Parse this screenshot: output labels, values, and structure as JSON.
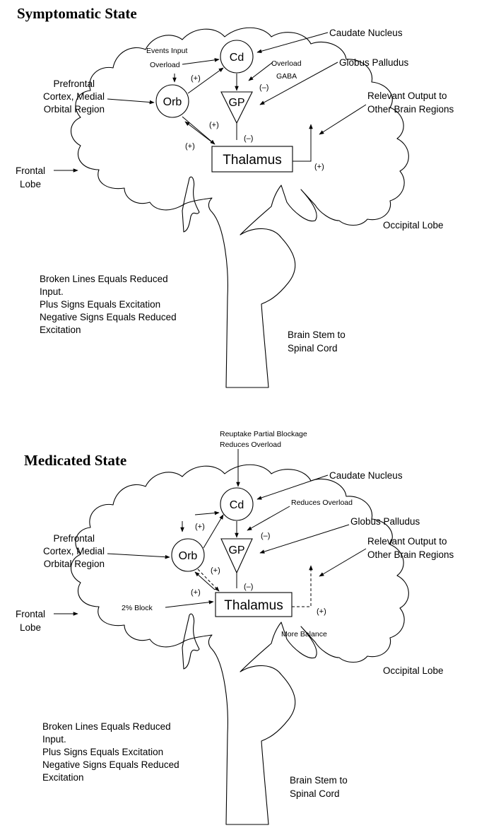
{
  "panels": [
    {
      "title": "Symptomatic State",
      "labels": {
        "caudate_nucleus": "Caudate Nucleus",
        "events_input": "Events Input",
        "overload": "Overload",
        "overload_gaba_1": "Overload",
        "overload_gaba_2": "GABA",
        "globus_palludus": "Globus Palludus",
        "prefrontal_1": "Prefrontal",
        "prefrontal_2": "Cortex, Medial",
        "prefrontal_3": "Orbital Region",
        "relevant_output_1": "Relevant Output to",
        "relevant_output_2": "Other Brain Regions",
        "frontal_lobe_1": "Frontal",
        "frontal_lobe_2": "Lobe",
        "occipital_lobe": "Occipital Lobe",
        "legend_1": "Broken Lines Equals Reduced",
        "legend_2": "Input.",
        "legend_3": "Plus Signs Equals Excitation",
        "legend_4": "Negative Signs Equals Reduced",
        "legend_5": "Excitation",
        "brain_stem_1": "Brain Stem to",
        "brain_stem_2": "Spinal Cord"
      },
      "nodes": {
        "cd": "Cd",
        "orb": "Orb",
        "gp": "GP",
        "thalamus": "Thalamus"
      },
      "signs": {
        "plus": "(+)",
        "minus": "(–)"
      }
    },
    {
      "title": "Medicated State",
      "labels": {
        "reuptake_1": "Reuptake Partial Blockage",
        "reuptake_2": "Reduces Overload",
        "caudate_nucleus": "Caudate Nucleus",
        "reduces_overload": "Reduces Overload",
        "globus_palludus": "Globus Palludus",
        "prefrontal_1": "Prefrontal",
        "prefrontal_2": "Cortex, Medial",
        "prefrontal_3": "Orbital Region",
        "relevant_output_1": "Relevant Output to",
        "relevant_output_2": "Other Brain Regions",
        "frontal_lobe_1": "Frontal",
        "frontal_lobe_2": "Lobe",
        "block": "2% Block",
        "more_balance": "More Balance",
        "occipital_lobe": "Occipital Lobe",
        "legend_1": "Broken Lines Equals Reduced",
        "legend_2": "Input.",
        "legend_3": "Plus Signs Equals Excitation",
        "legend_4": "Negative Signs Equals Reduced",
        "legend_5": "Excitation",
        "brain_stem_1": "Brain Stem to",
        "brain_stem_2": "Spinal Cord"
      },
      "nodes": {
        "cd": "Cd",
        "orb": "Orb",
        "gp": "GP",
        "thalamus": "Thalamus"
      },
      "signs": {
        "plus": "(+)",
        "minus": "(–)"
      }
    }
  ]
}
